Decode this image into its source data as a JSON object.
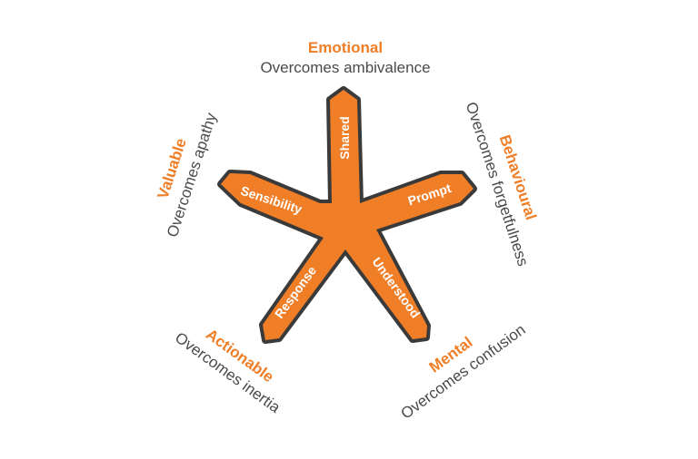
{
  "colors": {
    "accent": "#f07e26",
    "outline": "#3a3a3a",
    "subtitle": "#4a4a4a",
    "arm_text": "#ffffff"
  },
  "center_star": {
    "arms": [
      {
        "label": "Shared"
      },
      {
        "label": "Prompt"
      },
      {
        "label": "Understood"
      },
      {
        "label": "Response"
      },
      {
        "label": "Sensibility"
      }
    ]
  },
  "outer_labels": [
    {
      "title": "Emotional",
      "subtitle": "Overcomes ambivalence"
    },
    {
      "title": "Behavioural",
      "subtitle": "Overcomes forgetfulness"
    },
    {
      "title": "Mental",
      "subtitle": "Overcomes confusion"
    },
    {
      "title": "Actionable",
      "subtitle": "Overcomes inertia"
    },
    {
      "title": "Valuable",
      "subtitle": "Overcomes apathy"
    }
  ]
}
